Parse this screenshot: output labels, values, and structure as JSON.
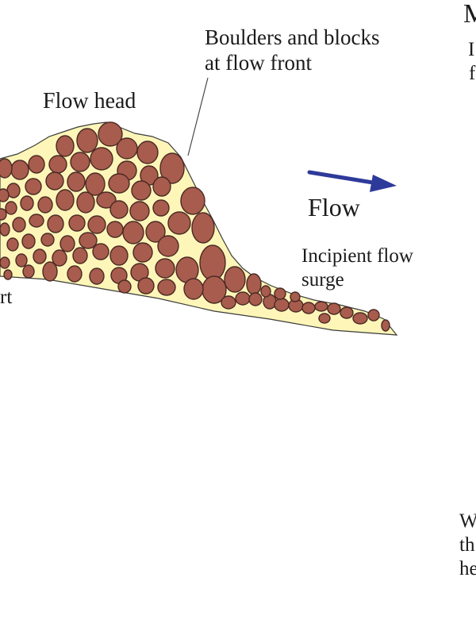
{
  "labels": {
    "boulders_line1": "Boulders and blocks",
    "boulders_line2": "at flow front",
    "flow_head": "Flow head",
    "flow": "Flow",
    "incipient_line1": "Incipient flow",
    "incipient_line2": "surge",
    "left_cut": "rt",
    "right_head": "M",
    "right_col_1": "I",
    "right_col_2": "f",
    "right_bottom_1": "W",
    "right_bottom_2": "th",
    "right_bottom_3": "he"
  },
  "colors": {
    "matrix_fill": "#fdf6b8",
    "clast_fill": "#a85c4d",
    "clast_stroke": "#4a2a24",
    "arrow": "#2e3a9a",
    "text": "#1b1b1b"
  },
  "icons": {
    "flow_arrow": "right-arrow-icon"
  }
}
